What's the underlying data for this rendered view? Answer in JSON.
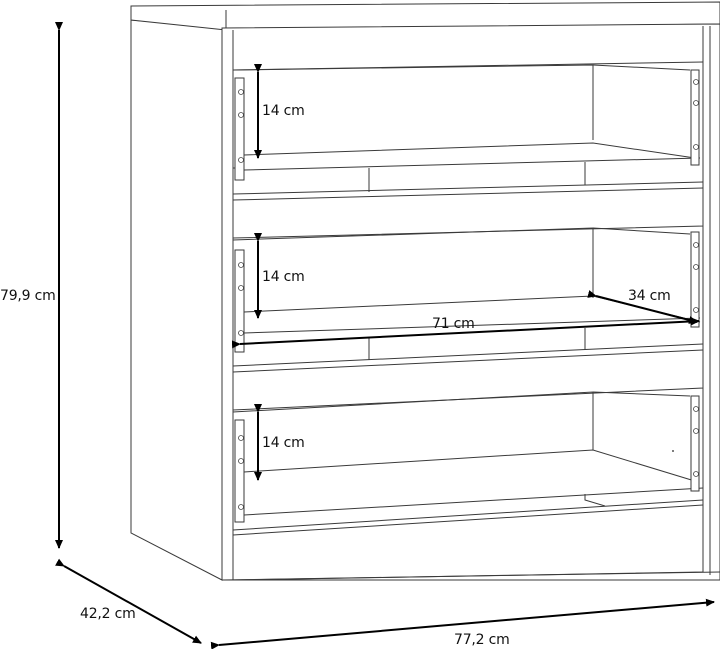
{
  "diagram": {
    "subject": "chest-of-drawers",
    "drawer_count": 3,
    "line_color": "#3a3a3a",
    "dimension_color": "#000000",
    "background": "#ffffff"
  },
  "dimensions": {
    "height": "79,9 cm",
    "depth": "42,2 cm",
    "width": "77,2 cm",
    "drawer_1_inner_height": "14 cm",
    "drawer_2_inner_height": "14 cm",
    "drawer_3_inner_height": "14 cm",
    "drawer_inner_width": "71 cm",
    "drawer_inner_depth": "34 cm"
  }
}
